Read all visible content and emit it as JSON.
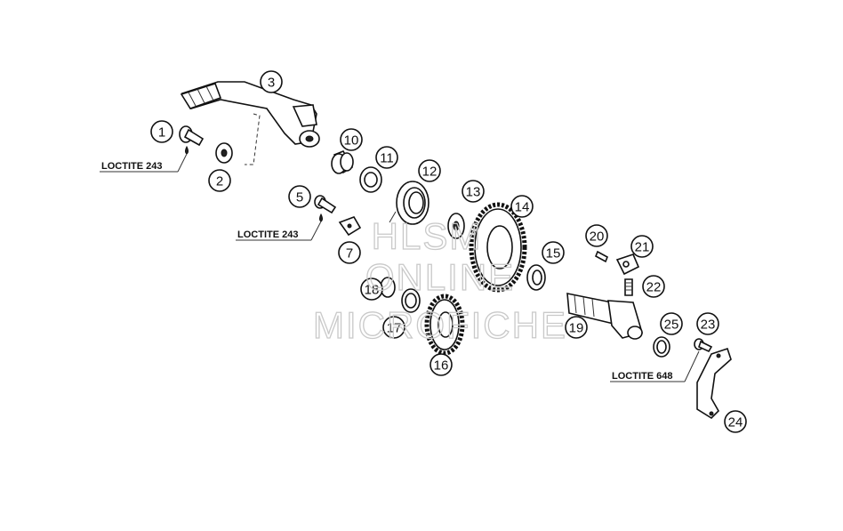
{
  "diagram": {
    "callouts": [
      "1",
      "2",
      "3",
      "5",
      "7",
      "10",
      "11",
      "12",
      "13",
      "14",
      "15",
      "16",
      "17",
      "18",
      "19",
      "20",
      "21",
      "22",
      "23",
      "24",
      "25"
    ],
    "loctite_labels": [
      "LOCTITE 243",
      "LOCTITE 243",
      "LOCTITE 648"
    ],
    "watermark": [
      "HLSM",
      "ONLINE",
      "MICROFICHE"
    ]
  }
}
